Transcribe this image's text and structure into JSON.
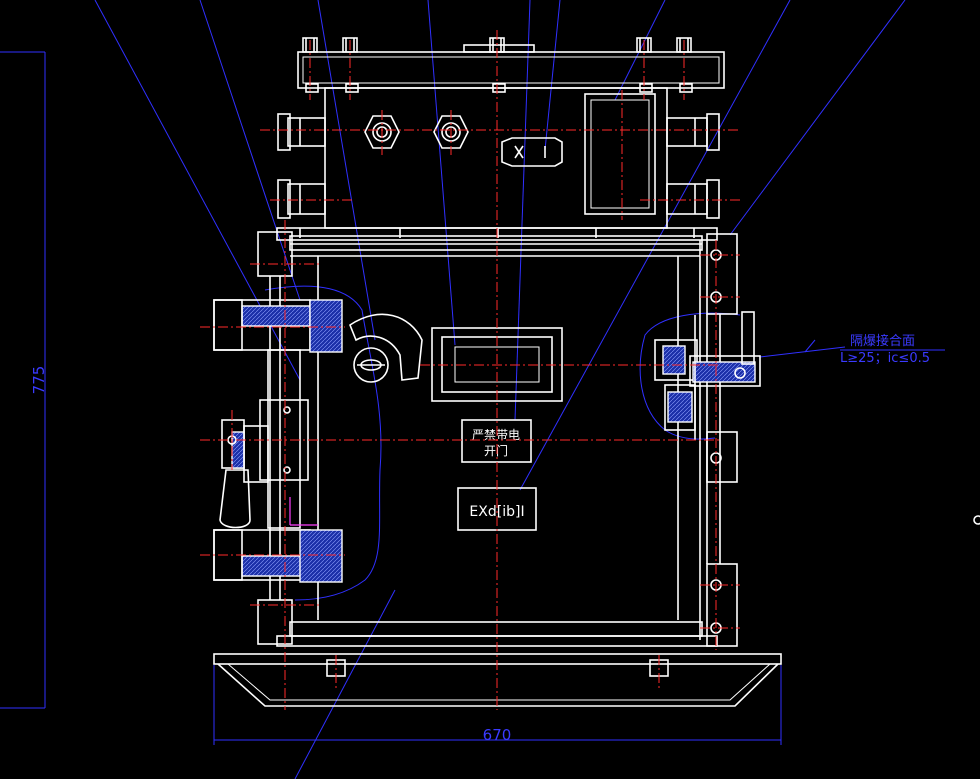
{
  "drawing": {
    "dimensions": {
      "height_label": "775",
      "width_label": "670"
    },
    "nameplates": {
      "warning_line1": "严禁带电",
      "warning_line2": "开门",
      "ex_mark": "EXd[ib]I"
    },
    "annotation": {
      "line1": "隔爆接合面",
      "line2": "L≥25；ic≤0.5"
    },
    "colors": {
      "background": "#000000",
      "outline": "#ffffff",
      "centerline": "#ff2a2a",
      "leader": "#3030ff",
      "hatch": "#1b2fa8"
    }
  }
}
